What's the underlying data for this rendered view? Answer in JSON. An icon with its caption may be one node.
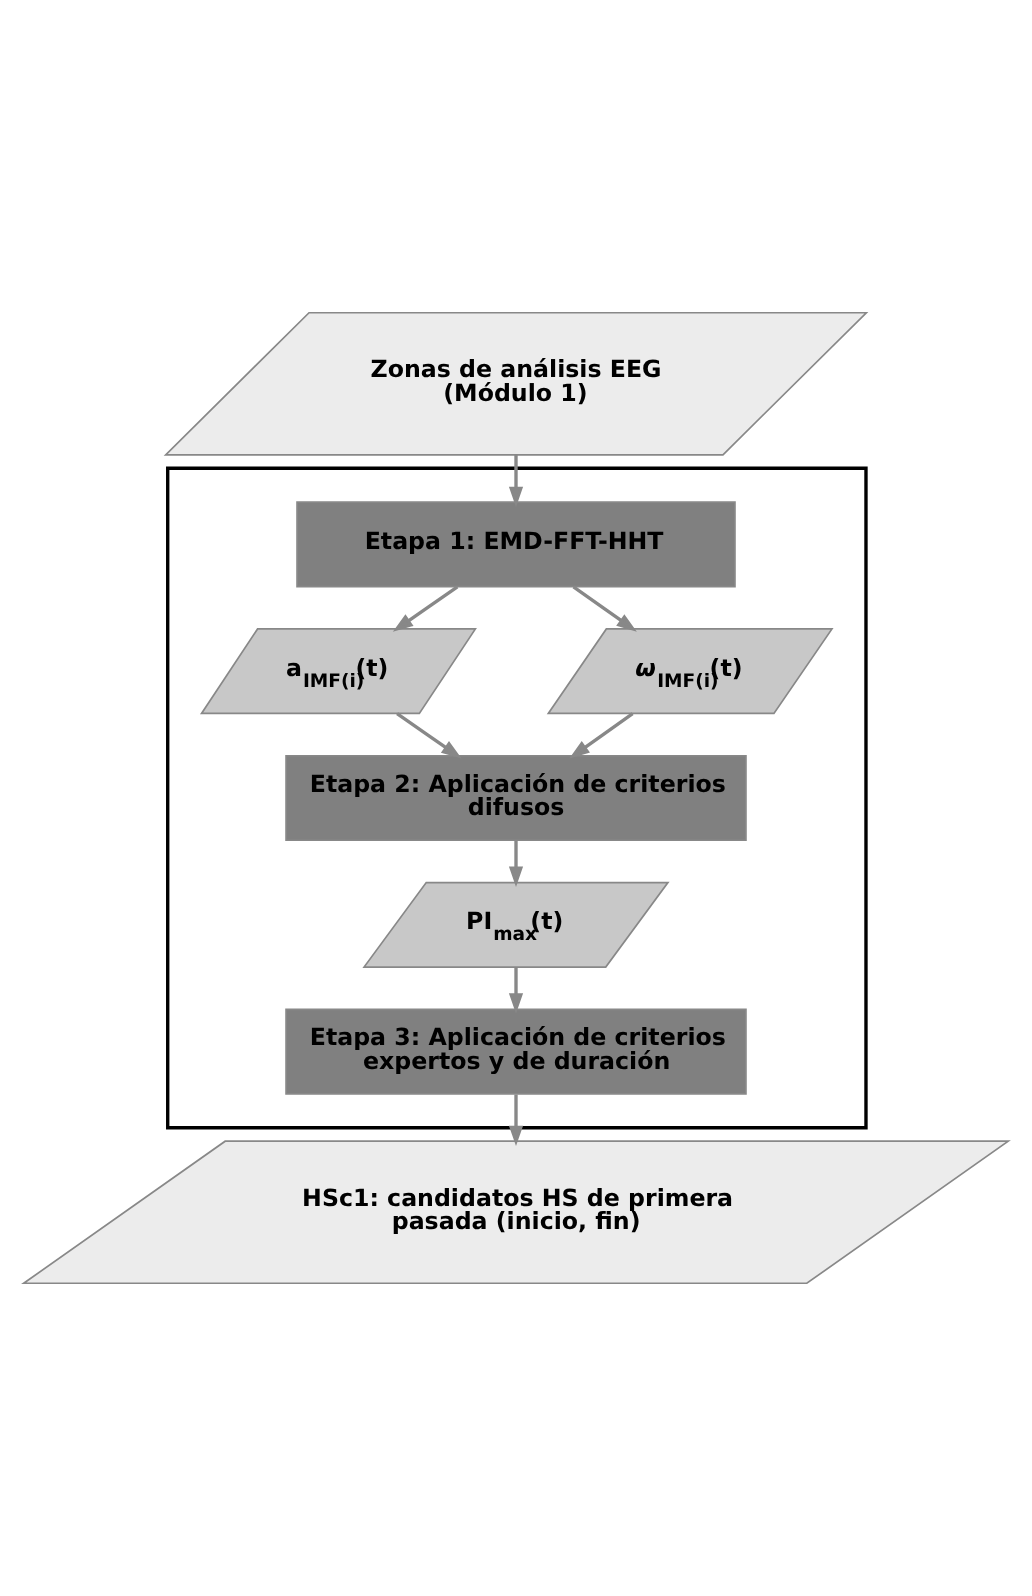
{
  "diagram": {
    "nodes": [
      {
        "text": [
          "Zonas de análisis EEG (Módulo 1)"
        ]
      },
      {
        "text": [],
        "shape": "box"
      },
      {
        "text": [
          "Etapa 1: EMD-FFT-HHT"
        ],
        "in": 1
      },
      {
        "text": [
          "a$_{IMF(i)}$(t)"
        ],
        "in": 1
      },
      {
        "text": [
          "*ω*$_{IMF(i)}$(t)"
        ],
        "in": 1
      },
      {
        "text": [
          "Etapa 2: Aplicación de criterios difusos"
        ],
        "in": 1
      },
      {
        "text": [
          "PI$_{max}$(t)"
        ],
        "in": 1
      },
      {
        "text": [
          "Etapa 3: Aplicación de criterios expertos y de duración"
        ],
        "in": 1
      },
      {
        "text": [
          "HSc1: candidatos HS de primera pasada (inicio, fin)"
        ]
      }
    ],
    "edges": [
      {
        "from": 0,
        "to": 2,
        "arrow": "to"
      },
      {
        "from": 2,
        "to": 3,
        "arrow": "to"
      },
      {
        "from": 2,
        "to": 4,
        "arrow": "to"
      },
      {
        "from": 3,
        "to": 5,
        "arrow": "to"
      },
      {
        "from": 4,
        "to": 5,
        "arrow": "to"
      },
      {
        "from": 5,
        "to": 6,
        "arrow": "to"
      },
      {
        "from": 6,
        "to": 7,
        "arrow": "to"
      },
      {
        "from": 7,
        "to": 8,
        "arrow": "to"
      }
    ]
  }
}
